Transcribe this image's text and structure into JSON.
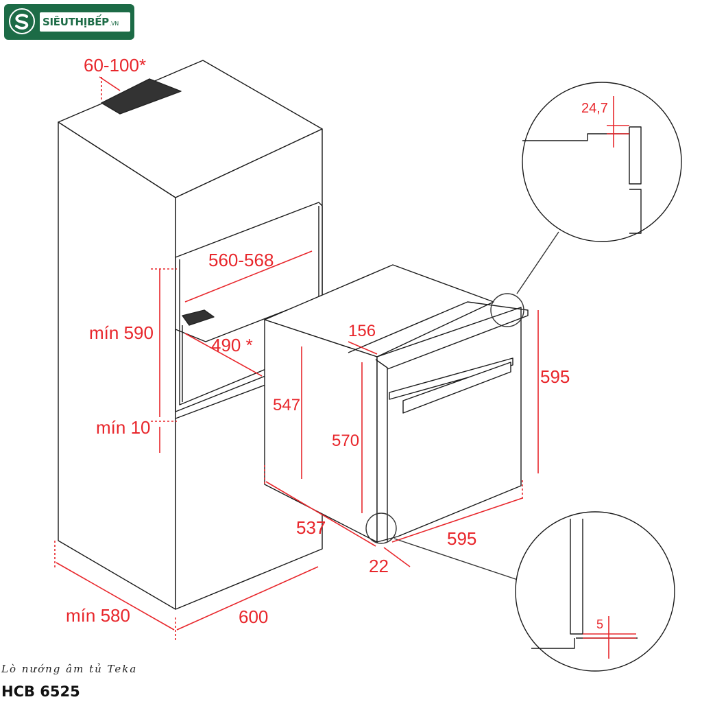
{
  "logo": {
    "text": "SIÊUTHỊBẾP",
    "suffix": ".VN"
  },
  "dimensions": {
    "vent_gap": "60-100*",
    "niche_width": "560-568",
    "niche_height": "mín 590",
    "niche_depth": "490 *",
    "bottom_gap": "mín 10",
    "cabinet_depth": "mín 580",
    "cabinet_width": "600",
    "top_step": "156",
    "oven_body_height": "547",
    "oven_front_height": "570",
    "oven_total_height": "595",
    "oven_depth": "537",
    "oven_width": "595",
    "front_thickness": "22",
    "detail_top": "24,7",
    "detail_bottom": "5"
  },
  "caption": {
    "line1": "Lò nướng âm tủ Teka",
    "line2": "HCB 6525"
  },
  "colors": {
    "dimension": "#e8262b",
    "line": "#1a1a1a",
    "brand": "#1c6b46"
  }
}
